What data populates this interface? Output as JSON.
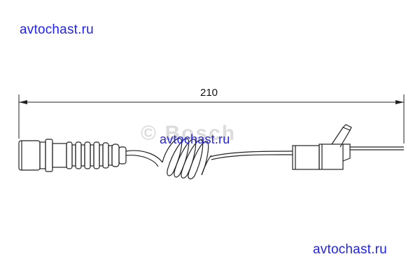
{
  "watermark": {
    "top_left": "avtochast.ru",
    "center": "avtochast.ru",
    "bottom_right": "avtochast.ru"
  },
  "dimension": {
    "value": "210"
  },
  "brand_watermark": "© Bosch",
  "colors": {
    "watermark_text": "#2222ee",
    "line": "#222222",
    "brand_watermark": "#dcdcdc"
  }
}
